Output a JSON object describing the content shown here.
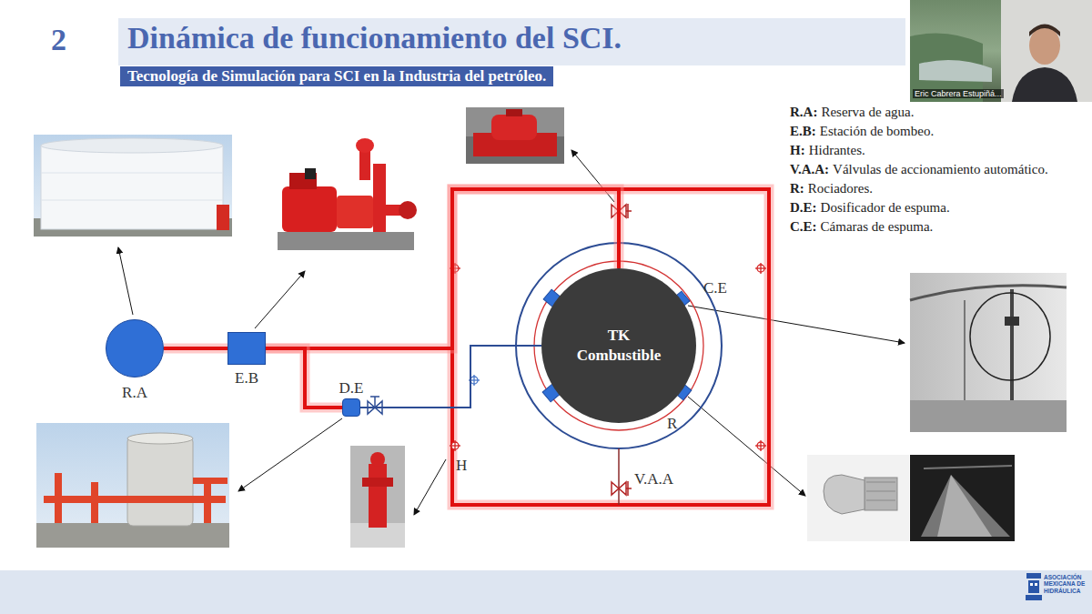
{
  "diagram": {
    "title": "Dinámica de funcionamiento del SCI.",
    "nodes": [
      {
        "text": [
          "R.A"
        ]
      },
      {
        "text": [
          "E.B"
        ]
      },
      {
        "text": [
          "D.E"
        ]
      },
      {
        "text": [
          "TK Combustible"
        ]
      }
    ],
    "edges": [
      {
        "from": 0,
        "to": 1,
        "arrow": "none"
      },
      {
        "from": 1,
        "to": 3,
        "arrow": "none"
      },
      {
        "from": 1,
        "to": 2,
        "arrow": "none"
      },
      {
        "from": 2,
        "to": 3,
        "arrow": "none"
      }
    ],
    "labels": [
      "2",
      "Tecnología de Simulación para SCI en la Industria del petróleo.",
      "Eric Cabrera Estupiñá...",
      "R.A:",
      "Reserva de agua.",
      "E.B:",
      "Estación de bombeo.",
      "H:",
      "Hidrantes.",
      "V.A.A:",
      "Válvulas de accionamiento automático.",
      "R:",
      "Rociadores.",
      "D.E:",
      "Dosificador de espuma.",
      "C.E:",
      "Cámaras de espuma.",
      "C.E",
      "R",
      "H",
      "V.A.A",
      "ASOCIACIÓN MEXICANA DE HIDRÁULICA"
    ]
  }
}
